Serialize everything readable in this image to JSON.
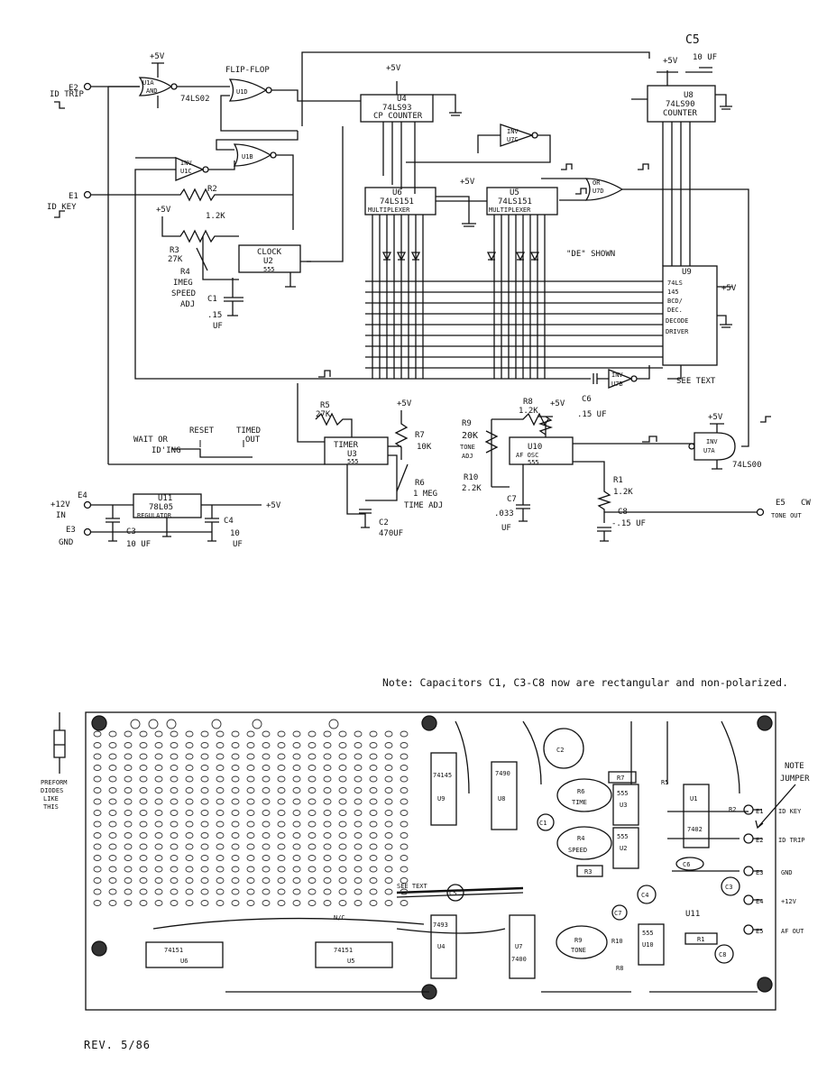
{
  "schematic": {
    "chips": {
      "u1a": {
        "name": "U1A",
        "func": "AND",
        "part": "74LS02"
      },
      "u1d": {
        "name": "U1D",
        "title": "FLIP-FLOP"
      },
      "u1c": {
        "name": "U1C",
        "func": "INV"
      },
      "u1b": {
        "name": "U1B"
      },
      "u4": {
        "name": "U4",
        "part": "74LS93",
        "func": "CP COUNTER"
      },
      "u8": {
        "name": "U8",
        "part": "74LS90",
        "func": "COUNTER"
      },
      "u7c": {
        "name": "U7C",
        "func": "INV"
      },
      "u7d": {
        "name": "U7D",
        "func": "OR"
      },
      "u6": {
        "name": "U6",
        "part": "74LS151",
        "func": "MULTIPLEXER"
      },
      "u5": {
        "name": "U5",
        "part": "74LS151",
        "func": "MULTIPLEXER"
      },
      "u2": {
        "name": "U2",
        "func": "CLOCK",
        "part": "555"
      },
      "u9": {
        "name": "U9",
        "l1": "74LS",
        "l2": "145",
        "l3": "BCD/",
        "l4": "DEC.",
        "l5": "DECODE",
        "l6": "DRIVER"
      },
      "u7b": {
        "name": "U7B",
        "func": "INV"
      },
      "u3": {
        "name": "U3",
        "func": "TIMER",
        "part": "555"
      },
      "u10": {
        "name": "U10",
        "func": "AF OSC",
        "part": "555"
      },
      "u7a": {
        "name": "U7A",
        "func": "INV",
        "part": "74LS00"
      },
      "u11": {
        "name": "U11",
        "part": "78L05",
        "func": "REGULATOR"
      }
    },
    "terminals": {
      "e2": {
        "id": "E2",
        "label": "ID TRIP"
      },
      "e1": {
        "id": "E1",
        "label": "ID KEY"
      },
      "e4": {
        "id": "E4",
        "label1": "+12V",
        "label2": "IN"
      },
      "e3": {
        "id": "E3",
        "label": "GND"
      },
      "e5": {
        "id": "E5",
        "label1": "CW",
        "label2": "TONE OUT"
      }
    },
    "components": {
      "r2": {
        "id": "R2",
        "value": "1.2K"
      },
      "r3": {
        "id": "R3",
        "value": "27K"
      },
      "r4": {
        "id": "R4",
        "value": "IMEG",
        "l1": "SPEED",
        "l2": "ADJ"
      },
      "c1": {
        "id": "C1",
        "value": ".15",
        "unit": "UF"
      },
      "r5": {
        "id": "R5",
        "value": "27K"
      },
      "r7": {
        "id": "R7",
        "value": "10K"
      },
      "r6": {
        "id": "R6",
        "value": "1 MEG",
        "l1": "TIME ADJ"
      },
      "c2": {
        "id": "C2",
        "value": "470UF"
      },
      "r8": {
        "id": "R8",
        "value": "1.2K"
      },
      "r9": {
        "id": "R9",
        "value": "20K",
        "l1": "TONE",
        "l2": "ADJ"
      },
      "r10": {
        "id": "R10",
        "value": "2.2K"
      },
      "c7": {
        "id": "C7",
        "value": ".033",
        "unit": "UF"
      },
      "r1": {
        "id": "R1",
        "value": "1.2K"
      },
      "c8": {
        "id": "C8",
        "value": "-.15 UF"
      },
      "c6": {
        "id": "C6",
        "value": ".15 UF"
      },
      "c5": {
        "id": "C5",
        "value": "10 UF"
      },
      "c3": {
        "id": "C3",
        "value": "10 UF"
      },
      "c4": {
        "id": "C4",
        "l1": "10",
        "l2": "UF"
      }
    },
    "supply": "+5V",
    "annotations": {
      "de_shown": "\"DE\" SHOWN",
      "see_text": "SEE TEXT",
      "wait": "WAIT OR",
      "iding": "ID'ING",
      "reset": "RESET",
      "timed1": "TIMED",
      "timed2": "OUT"
    }
  },
  "note": "Note: Capacitors C1, C3-C8 now are rectangular and non-polarized.",
  "board": {
    "preform": [
      "PREFORM",
      "DIODES",
      "LIKE",
      "THIS"
    ],
    "note_jumper": [
      "NOTE",
      "JUMPER"
    ],
    "pads": [
      {
        "id": "E1",
        "label": "ID KEY"
      },
      {
        "id": "E2",
        "label": "ID TRIP"
      },
      {
        "id": "E3",
        "label": "GND"
      },
      {
        "id": "E4",
        "label": "+12V"
      },
      {
        "id": "E5",
        "label": "AF OUT"
      }
    ],
    "see_text": "SEE TEXT",
    "nc": "N/C",
    "parts": {
      "u9": {
        "part": "74145",
        "id": "U9"
      },
      "u8": {
        "part": "7490",
        "id": "U8"
      },
      "u3": {
        "part": "555",
        "id": "U3"
      },
      "u2": {
        "part": "555",
        "id": "U2"
      },
      "u1": {
        "part": "7402",
        "id": "U1"
      },
      "u4": {
        "part": "7493",
        "id": "U4"
      },
      "u7": {
        "part": "7400",
        "id": "U7"
      },
      "u10": {
        "part": "555",
        "id": "U10"
      },
      "u6": {
        "part": "74151",
        "id": "U6"
      },
      "u5": {
        "part": "74151",
        "id": "U5"
      },
      "u11": {
        "id": "U11"
      },
      "r6": {
        "id": "R6",
        "l1": "TIME"
      },
      "r4": {
        "id": "R4",
        "l1": "SPEED"
      },
      "r9": {
        "id": "R9",
        "l1": "TONE"
      },
      "r1": "R1",
      "r2": "R2",
      "r3": "R3",
      "r5": "R5",
      "r7": "R7",
      "r8": "R8",
      "r10": "R10",
      "c1": "C1",
      "c2": "C2",
      "c3": "C3",
      "c4": "C4",
      "c5": "C5",
      "c6": "C6",
      "c7": "C7",
      "c8": "C8"
    }
  },
  "revision": "REV. 5/86"
}
